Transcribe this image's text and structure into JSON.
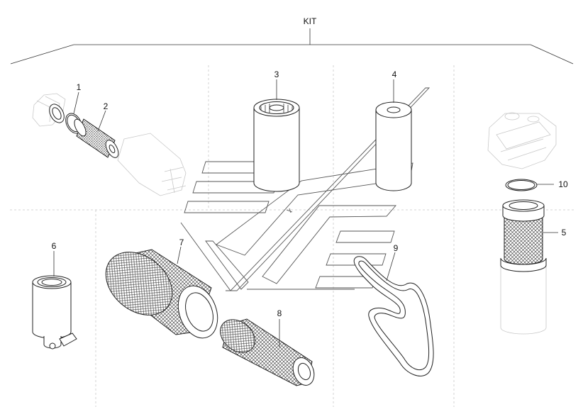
{
  "kit": {
    "label": "KIT"
  },
  "parts": {
    "p1": "1",
    "p2": "2",
    "p3": "3",
    "p4": "4",
    "p5": "5",
    "p6": "6",
    "p7": "7",
    "p8": "8",
    "p9": "9",
    "p10": "10"
  },
  "colors": {
    "line": "#222222",
    "ghost": "#c8c8c8",
    "background": "#ffffff"
  }
}
